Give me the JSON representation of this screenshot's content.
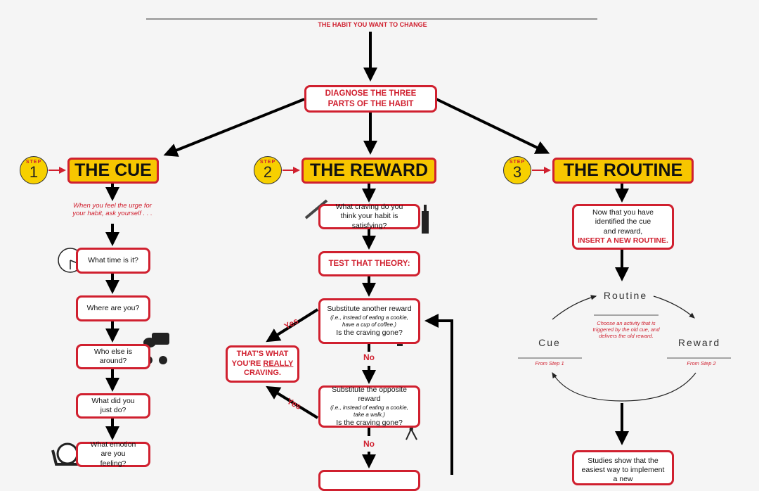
{
  "header": {
    "habit_label": "THE HABIT YOU WANT TO CHANGE"
  },
  "diagnose": {
    "line1": "DIAGNOSE THE THREE",
    "line2": "PARTS OF THE HABIT"
  },
  "steps": [
    {
      "step_label": "STEP",
      "number": "1",
      "title": "THE CUE"
    },
    {
      "step_label": "STEP",
      "number": "2",
      "title": "THE REWARD"
    },
    {
      "step_label": "STEP",
      "number": "3",
      "title": "THE ROUTINE"
    }
  ],
  "cue": {
    "intro1": "When you feel the urge for",
    "intro2": "your habit, ask yourself . . .",
    "questions": [
      "What time is it?",
      "Where are you?",
      "Who else is around?",
      "What did you just do?",
      "What emotion are you feeling?"
    ]
  },
  "reward": {
    "craving_q": "What craving do you think your habit is satisfying?",
    "test": "TEST THAT THEORY:",
    "sub1": {
      "title": "Substitute another reward",
      "note": "(i.e., instead of eating a cookie, have a cup of coffee.)",
      "question": "Is the craving gone?"
    },
    "sub2": {
      "title": "Substitute the opposite reward",
      "note": "(i.e., instead of eating a cookie, take a walk.)",
      "question": "Is the craving gone?"
    },
    "yes": "Yes",
    "no": "No",
    "result": {
      "line1": "THAT'S WHAT",
      "line2a": "YOU'RE ",
      "line2b": "REALLY",
      "line3": "CRAVING."
    }
  },
  "routine": {
    "insert1": "Now that you have identified the cue and reward,",
    "insert2": "INSERT A NEW ROUTINE.",
    "cycle": {
      "routine": "Routine",
      "routine_note": "Choose an activity that is triggered by the old cue, and delivers the old reward.",
      "cue": "Cue",
      "cue_note": "From Step 1",
      "reward": "Reward",
      "reward_note": "From Step 2"
    },
    "studies": "Studies show that the easiest way to implement a new"
  }
}
